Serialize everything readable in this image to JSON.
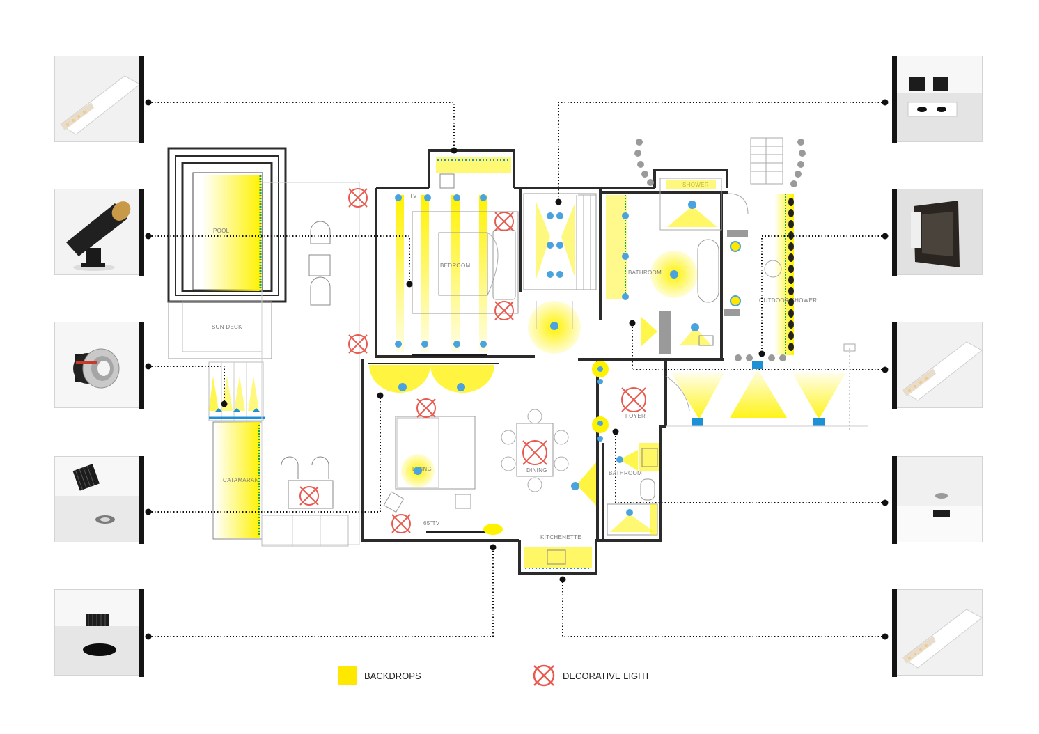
{
  "legend": {
    "backdrops_label": "BACKDROPS",
    "decorative_label": "DECORATIVE LIGHT",
    "backdrop_color": "#ffe800",
    "decorative_color": "#e85a4f"
  },
  "colors": {
    "wall": "#2b2b2b",
    "glow": "#fff200",
    "light_dot": "#4aa3df",
    "spot_square": "#1e90d6",
    "leader": "#111111"
  },
  "fixtures_left": [
    {
      "type": "linear-profile-light-icon"
    },
    {
      "type": "spike-spotlight-icon"
    },
    {
      "type": "inground-uplight-icon"
    },
    {
      "type": "adjustable-downlight-icon"
    },
    {
      "type": "recessed-downlight-icon"
    }
  ],
  "fixtures_right": [
    {
      "type": "twin-trimless-spotlight-icon"
    },
    {
      "type": "square-wall-step-light-icon"
    },
    {
      "type": "linear-profile-light-icon"
    },
    {
      "type": "pinhole-downlight-icon"
    },
    {
      "type": "linear-profile-light-icon"
    }
  ],
  "rooms": {
    "pool": "POOL",
    "sun_deck": "SUN  DECK",
    "catamaran": "CATAMARAN",
    "bedroom": "BEDROOM",
    "bathroom_upper": "BATHROOM",
    "shower": "SHOWER",
    "outdoor_shower": "OUTDOOR SHOWER",
    "living": "LIVING",
    "dining": "DINING",
    "foyer": "FOYER",
    "bathroom_lower": "BATHROOM",
    "kitchenette": "KITCHENETTE",
    "tv_bedroom": "TV",
    "tv_living": "65\"TV"
  }
}
